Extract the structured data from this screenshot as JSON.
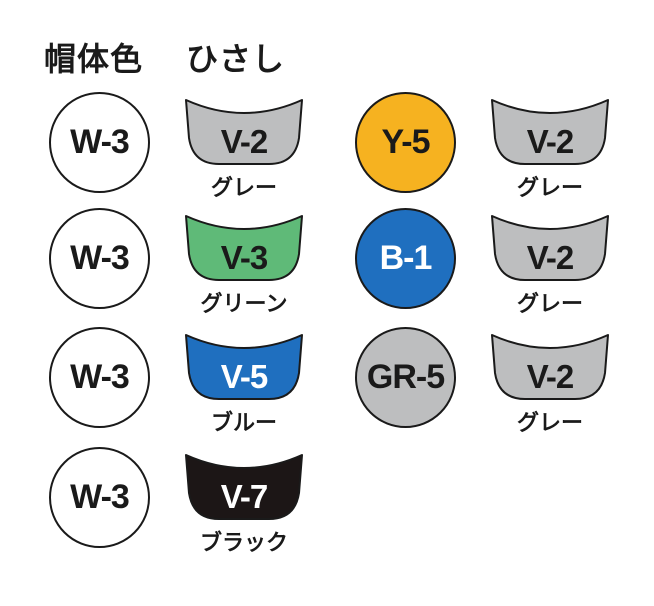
{
  "header": {
    "body_label": "帽体色",
    "visor_label": "ひさし"
  },
  "colors": {
    "white": "#ffffff",
    "gray": "#bdbebf",
    "green": "#5fba78",
    "blue": "#1f6fbf",
    "black": "#1c1616",
    "yellow": "#f6b220",
    "line": "#1a1a1a"
  },
  "combos": [
    {
      "body": {
        "code": "W-3",
        "color": "#ffffff",
        "text_color": "#1a1a1a"
      },
      "visor": {
        "code": "V-2",
        "name": "グレー",
        "color": "#bdbebf",
        "text_color": "#1a1a1a"
      }
    },
    {
      "body": {
        "code": "W-3",
        "color": "#ffffff",
        "text_color": "#1a1a1a"
      },
      "visor": {
        "code": "V-3",
        "name": "グリーン",
        "color": "#5fba78",
        "text_color": "#1a1a1a"
      }
    },
    {
      "body": {
        "code": "W-3",
        "color": "#ffffff",
        "text_color": "#1a1a1a"
      },
      "visor": {
        "code": "V-5",
        "name": "ブルー",
        "color": "#1f6fbf",
        "text_color": "#ffffff"
      }
    },
    {
      "body": {
        "code": "W-3",
        "color": "#ffffff",
        "text_color": "#1a1a1a"
      },
      "visor": {
        "code": "V-7",
        "name": "ブラック",
        "color": "#1c1616",
        "text_color": "#ffffff"
      }
    },
    {
      "body": {
        "code": "Y-5",
        "color": "#f6b220",
        "text_color": "#1a1a1a"
      },
      "visor": {
        "code": "V-2",
        "name": "グレー",
        "color": "#bdbebf",
        "text_color": "#1a1a1a"
      }
    },
    {
      "body": {
        "code": "B-1",
        "color": "#1f6fbf",
        "text_color": "#ffffff"
      },
      "visor": {
        "code": "V-2",
        "name": "グレー",
        "color": "#bdbebf",
        "text_color": "#1a1a1a"
      }
    },
    {
      "body": {
        "code": "GR-5",
        "color": "#bdbebf",
        "text_color": "#1a1a1a"
      },
      "visor": {
        "code": "V-2",
        "name": "グレー",
        "color": "#bdbebf",
        "text_color": "#1a1a1a"
      }
    }
  ]
}
